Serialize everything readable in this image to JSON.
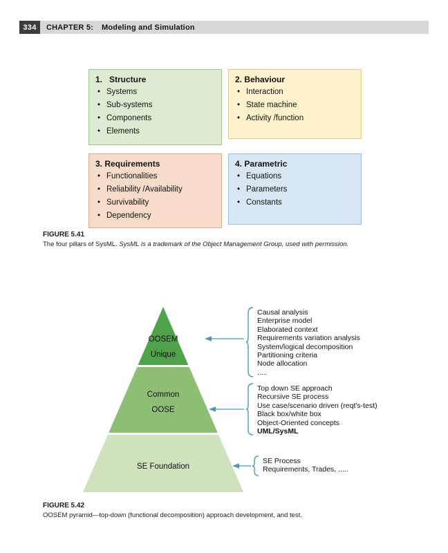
{
  "header": {
    "page_number": "334",
    "chapter_label": "CHAPTER 5:",
    "chapter_title": "Modeling and Simulation"
  },
  "colors": {
    "header_block": "#3d3d3d",
    "header_bar": "#d7d7d7",
    "box_structure_bg": "#dcebd1",
    "box_behaviour_bg": "#fdf2cb",
    "box_requirements_bg": "#f7dcca",
    "box_parametric_bg": "#d9e7f4",
    "pyramid_top": "#4fa14a",
    "pyramid_middle": "#8cbf74",
    "pyramid_bottom": "#cfe2bd",
    "accent_arrows_braces": "#4a98b8"
  },
  "figure41": {
    "boxes": [
      {
        "title": "1.   Structure",
        "items": [
          "Systems",
          "Sub-systems",
          "Components",
          "Elements"
        ],
        "bg": "#dcebd1"
      },
      {
        "title": "2. Behaviour",
        "items": [
          "Interaction",
          "State machine",
          "Activity /function"
        ],
        "bg": "#fdf2cb"
      },
      {
        "title": "3. Requirements",
        "items": [
          "Functionalities",
          "Reliability /Availability",
          "Survivability",
          "Dependency"
        ],
        "bg": "#f7dcca"
      },
      {
        "title": "4. Parametric",
        "items": [
          "Equations",
          "Parameters",
          "Constants"
        ],
        "bg": "#d9e7f4"
      }
    ],
    "caption_label": "FIGURE 5.41",
    "caption_regular": "The four pillars of SysML. ",
    "caption_italic": "SysML is a trademark of the Object Management Group, used with permission."
  },
  "figure42": {
    "pyramid": {
      "levels": [
        {
          "line1": "OOSEM",
          "line2": "Unique",
          "color": "#4fa14a"
        },
        {
          "line1": "Common",
          "line2": "OOSE",
          "color": "#8cbf74"
        },
        {
          "line1": "SE Foundation",
          "line2": "",
          "color": "#cfe2bd"
        }
      ]
    },
    "lists": [
      {
        "items": [
          "Causal analysis",
          "Enterprise model",
          "Elaborated context",
          "Requirements variation analysis",
          "System/logical decomposition",
          "Partitioning criteria",
          "Node allocation",
          "....."
        ]
      },
      {
        "items": [
          "Top down SE approach",
          "Recursive SE process",
          "Use case/scenario driven (reqt's-test)",
          "Black box/white box",
          "Object-Oriented concepts",
          "UML/SysML"
        ]
      },
      {
        "items": [
          "SE Process",
          "Requirements, Trades, ....."
        ]
      }
    ],
    "caption_label": "FIGURE 5.42",
    "caption_text": "OOSEM pyramid—top-down (functional decomposition) approach development, and test."
  }
}
